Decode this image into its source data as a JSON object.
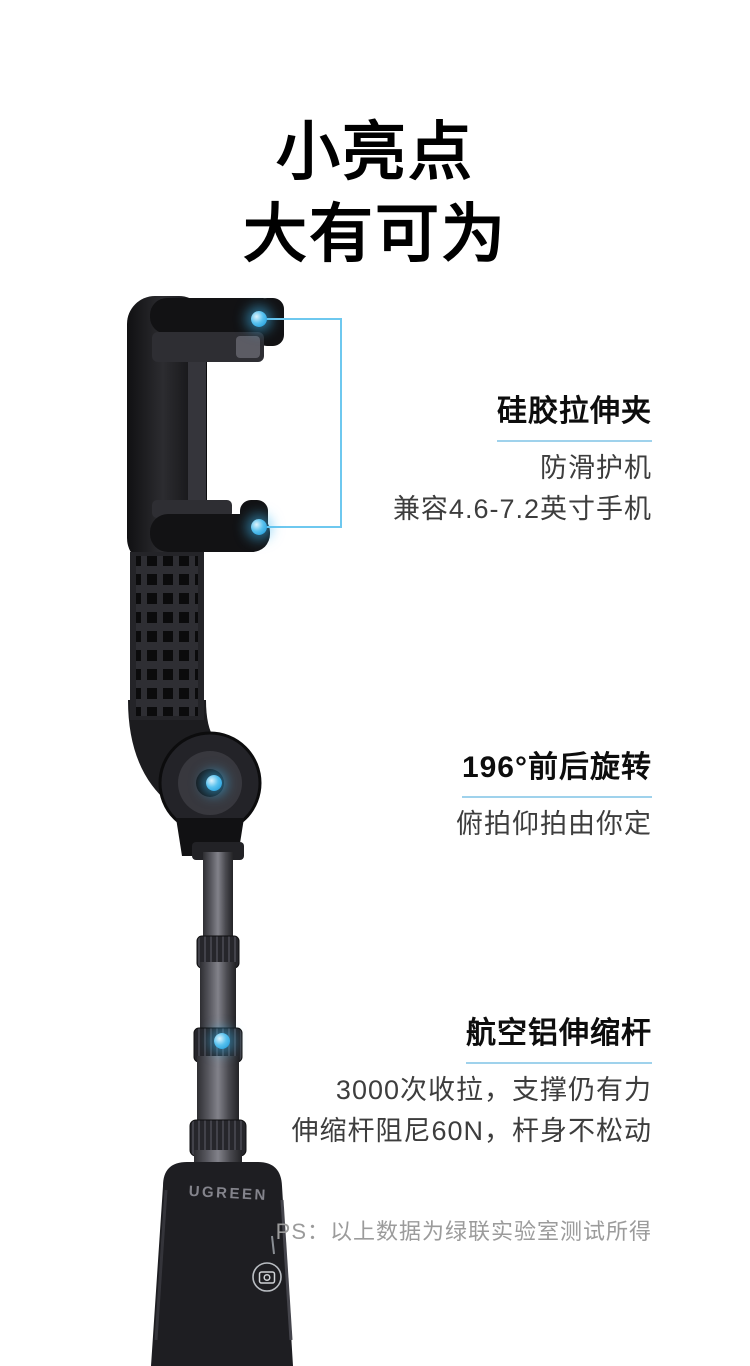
{
  "title": {
    "line1": "小亮点",
    "line2": "大有可为"
  },
  "callouts": [
    {
      "heading": "硅胶拉伸夹",
      "lines": [
        "防滑护机",
        "兼容4.6-7.2英寸手机"
      ]
    },
    {
      "heading": "196°前后旋转",
      "lines": [
        "俯拍仰拍由你定"
      ]
    },
    {
      "heading": "航空铝伸缩杆",
      "lines": [
        "3000次收拉，支撑仍有力",
        "伸缩杆阻尼60N，杆身不松动"
      ]
    }
  ],
  "footnote": "PS：以上数据为绿联实验室测试所得",
  "product": {
    "brand": "UGREEN"
  },
  "icons": {
    "camera": "camera-shutter-icon",
    "dot": "callout-dot"
  },
  "colors": {
    "accent_blue": "#31a9e0",
    "callout_line_blue": "#6ec8ef",
    "underline_blue": "#9fd2ec",
    "heading_text": "#0d0d0d",
    "body_text": "#3d3d3d",
    "muted_text": "#9b9b9b",
    "background": "#ffffff"
  }
}
